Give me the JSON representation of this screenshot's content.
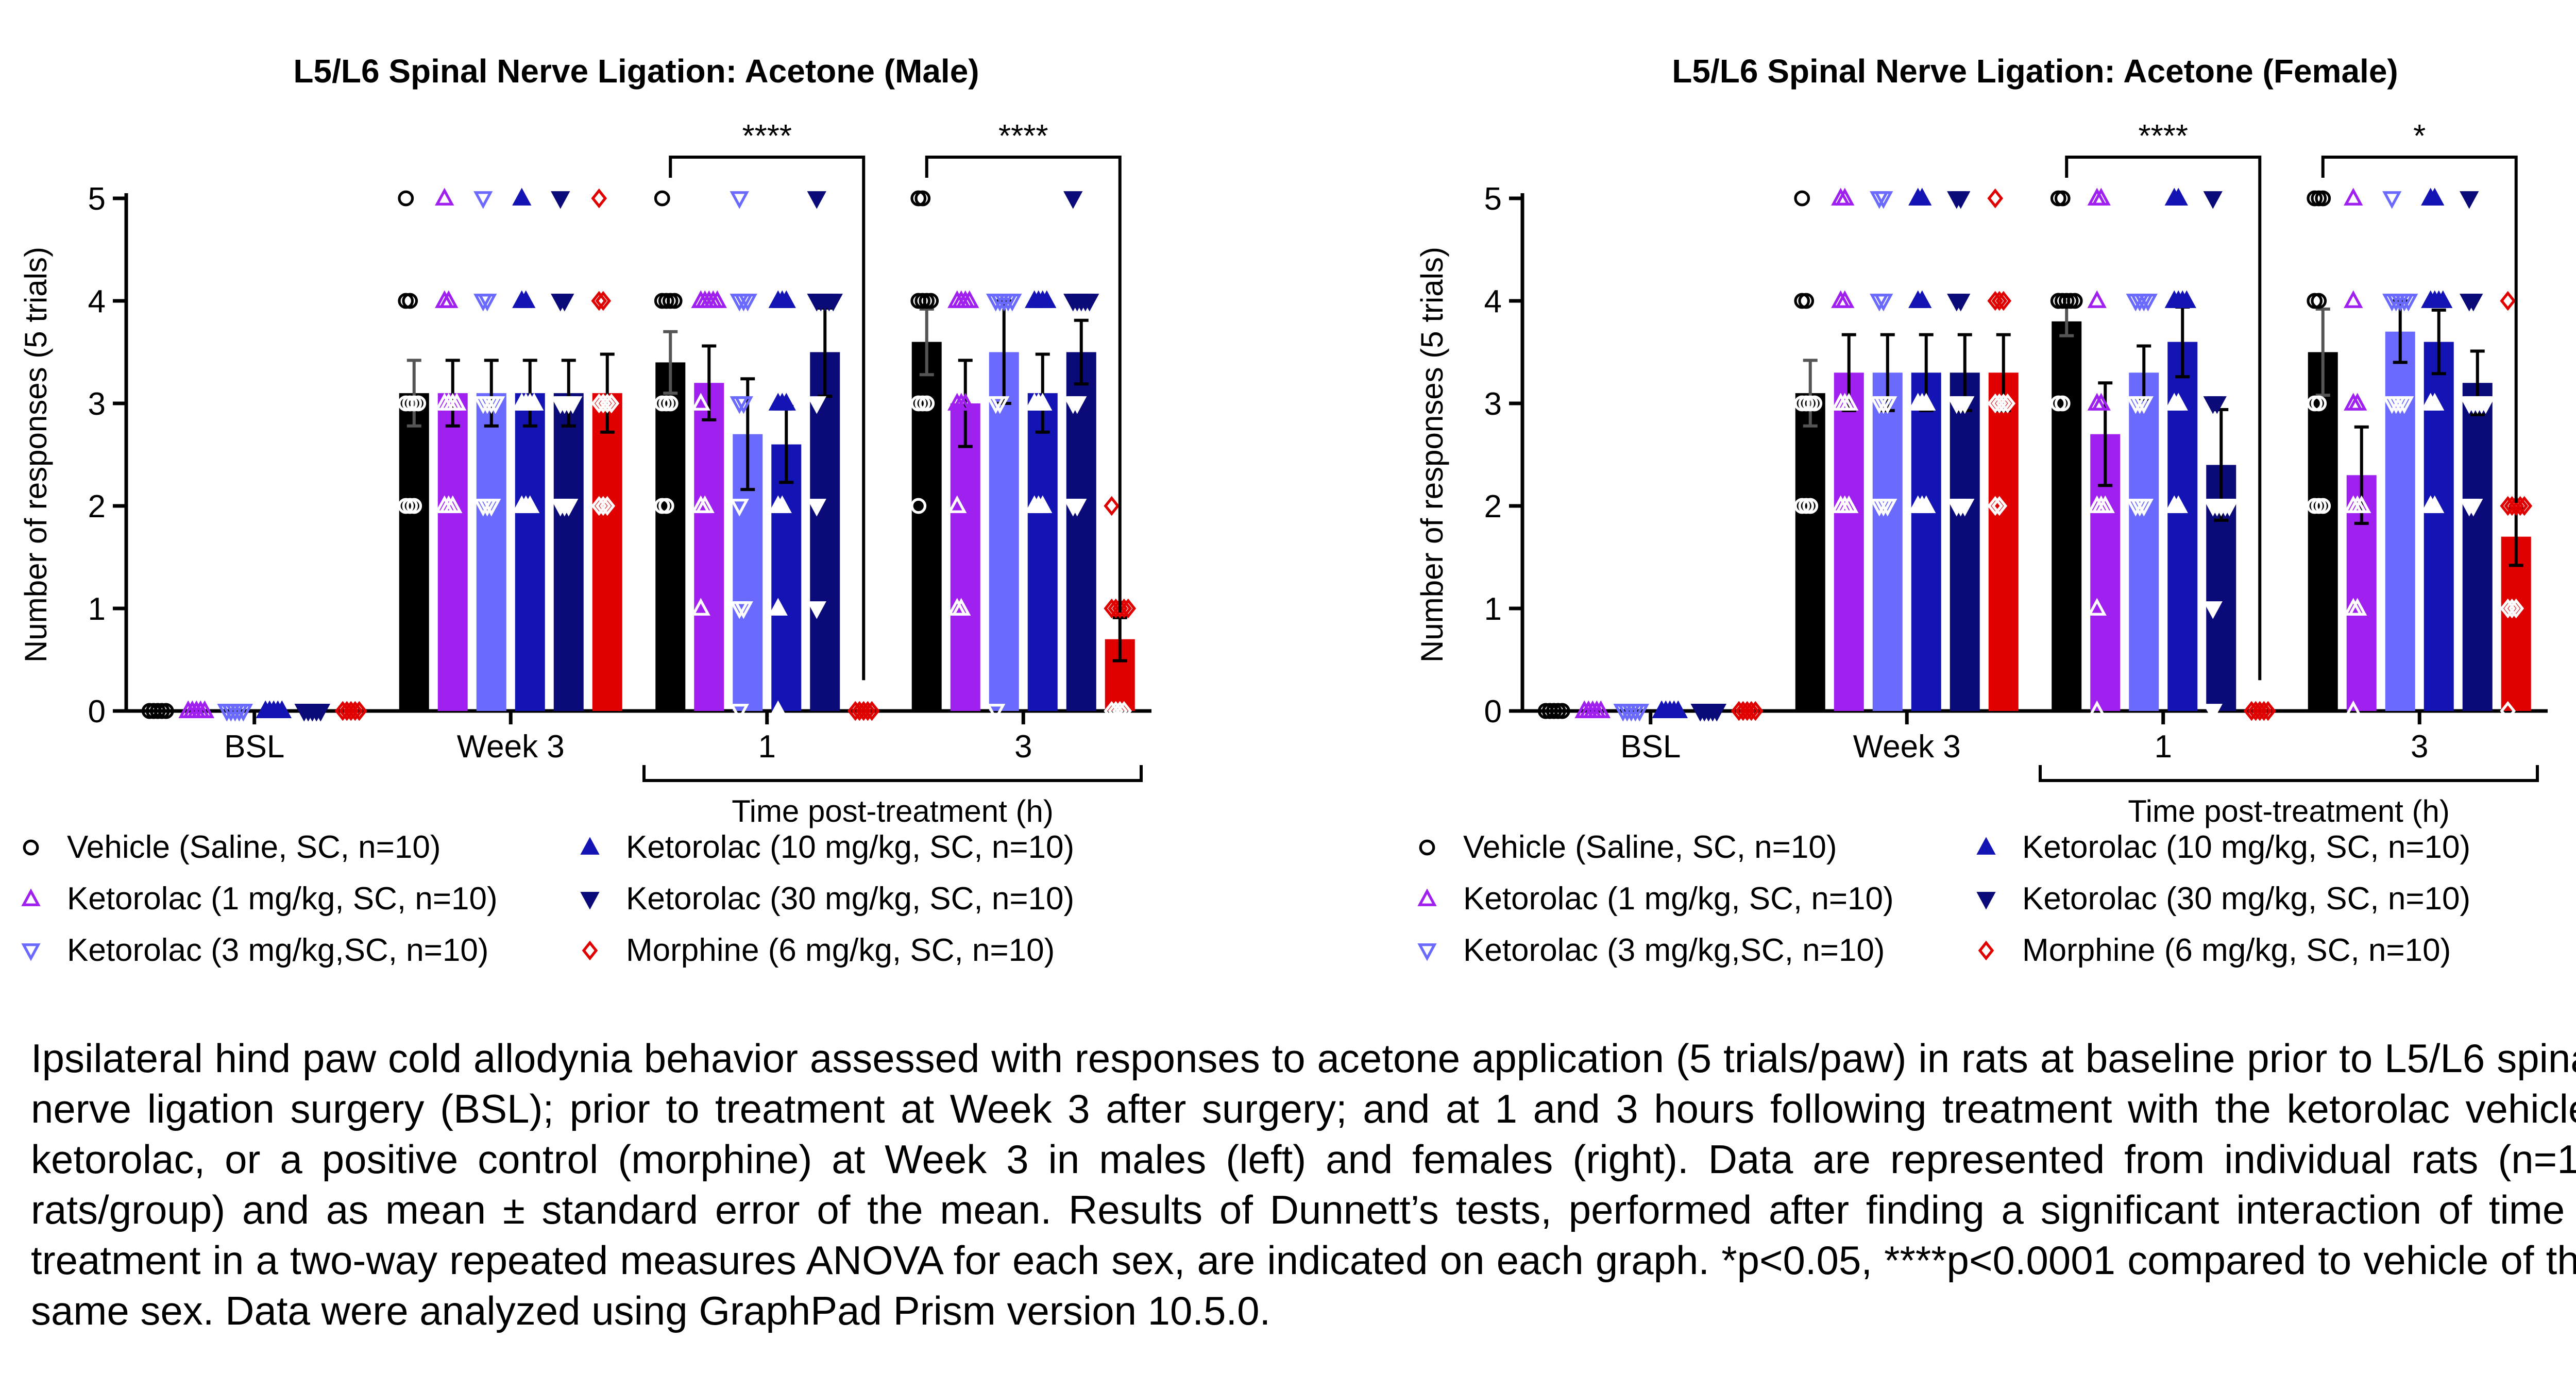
{
  "chart_data": [
    {
      "type": "bar",
      "title": "L5/L6 Spinal Nerve Ligation: Acetone (Male)",
      "ylabel": "Number of responses (5 trials)",
      "xlabel": "Time post-treatment (h)",
      "categories": [
        "BSL",
        "Week 3",
        "1",
        "3"
      ],
      "ylim": [
        0,
        5
      ],
      "yticks": [
        "0",
        "1",
        "2",
        "3",
        "4",
        "5"
      ],
      "significance": [
        {
          "category": "1",
          "label": "****"
        },
        {
          "category": "3",
          "label": "****"
        }
      ],
      "series": [
        {
          "name": "Vehicle (Saline, SC, n=10)",
          "values": [
            0,
            3.1,
            3.4,
            3.6
          ],
          "sem": [
            0,
            0.32,
            0.3,
            0.32
          ],
          "points": [
            [
              0,
              0,
              0,
              0,
              0,
              0,
              0,
              0,
              0,
              0
            ],
            [
              5,
              4,
              4,
              3,
              3,
              3,
              3,
              2,
              2,
              2
            ],
            [
              5,
              4,
              4,
              4,
              4,
              3,
              3,
              3,
              2,
              2
            ],
            [
              5,
              5,
              4,
              4,
              4,
              4,
              3,
              3,
              3,
              2
            ]
          ]
        },
        {
          "name": "Ketorolac (1 mg/kg, SC, n=10)",
          "values": [
            0,
            3.1,
            3.2,
            3.0
          ],
          "sem": [
            0,
            0.32,
            0.36,
            0.42
          ],
          "points": [
            [
              0,
              0,
              0,
              0,
              0,
              0,
              0,
              0,
              0,
              0
            ],
            [
              5,
              4,
              4,
              3,
              3,
              3,
              3,
              2,
              2,
              2
            ],
            [
              4,
              4,
              4,
              4,
              4,
              4,
              3,
              2,
              2,
              1
            ],
            [
              4,
              4,
              4,
              4,
              3,
              3,
              3,
              2,
              1,
              1
            ]
          ]
        },
        {
          "name": "Ketorolac (3 mg/kg,SC, n=10)",
          "values": [
            0,
            3.1,
            2.7,
            3.5
          ],
          "sem": [
            0,
            0.32,
            0.54,
            0.5
          ],
          "points": [
            [
              0,
              0,
              0,
              0,
              0,
              0,
              0,
              0,
              0,
              0
            ],
            [
              5,
              4,
              4,
              3,
              3,
              3,
              3,
              2,
              2,
              2
            ],
            [
              5,
              4,
              4,
              4,
              3,
              3,
              2,
              1,
              1,
              0
            ],
            [
              4,
              4,
              4,
              4,
              4,
              4,
              4,
              3,
              3,
              0
            ]
          ]
        },
        {
          "name": "Ketorolac (10 mg/kg, SC, n=10)",
          "values": [
            0,
            3.1,
            2.6,
            3.1
          ],
          "sem": [
            0,
            0.32,
            0.37,
            0.38
          ],
          "points": [
            [
              0,
              0,
              0,
              0,
              0,
              0,
              0,
              0,
              0,
              0
            ],
            [
              5,
              4,
              4,
              3,
              3,
              3,
              3,
              2,
              2,
              2
            ],
            [
              4,
              4,
              4,
              3,
              3,
              3,
              2,
              2,
              1,
              0
            ],
            [
              4,
              4,
              4,
              4,
              3,
              3,
              3,
              2,
              2,
              2
            ]
          ]
        },
        {
          "name": "Ketorolac (30 mg/kg, SC, n=10)",
          "values": [
            0,
            3.1,
            3.5,
            3.5
          ],
          "sem": [
            0,
            0.32,
            0.43,
            0.31
          ],
          "points": [
            [
              0,
              0,
              0,
              0,
              0,
              0,
              0,
              0,
              0,
              0
            ],
            [
              5,
              4,
              4,
              3,
              3,
              3,
              3,
              2,
              2,
              2
            ],
            [
              5,
              4,
              4,
              4,
              4,
              4,
              4,
              3,
              2,
              1
            ],
            [
              5,
              4,
              4,
              4,
              4,
              4,
              3,
              3,
              2,
              2
            ]
          ]
        },
        {
          "name": "Morphine (6 mg/kg, SC, n=10)",
          "values": [
            0,
            3.1,
            0.0,
            0.7
          ],
          "sem": [
            0,
            0.38,
            0,
            0.21
          ],
          "points": [
            [
              0,
              0,
              0,
              0,
              0,
              0,
              0,
              0,
              0,
              0
            ],
            [
              5,
              4,
              4,
              3,
              3,
              3,
              2,
              2,
              2,
              3
            ],
            [
              0,
              0,
              0,
              0,
              0,
              0,
              0,
              0,
              0,
              0
            ],
            [
              2,
              1,
              1,
              1,
              1,
              1,
              0,
              0,
              0,
              0
            ]
          ]
        }
      ]
    },
    {
      "type": "bar",
      "title": "L5/L6 Spinal Nerve Ligation: Acetone (Female)",
      "ylabel": "Number of responses (5 trials)",
      "xlabel": "Time post-treatment (h)",
      "categories": [
        "BSL",
        "Week 3",
        "1",
        "3"
      ],
      "ylim": [
        0,
        5
      ],
      "yticks": [
        "0",
        "1",
        "2",
        "3",
        "4",
        "5"
      ],
      "significance": [
        {
          "category": "1",
          "label": "****"
        },
        {
          "category": "3",
          "label": "*"
        }
      ],
      "series": [
        {
          "name": "Vehicle (Saline, SC, n=10)",
          "values": [
            0,
            3.1,
            3.8,
            3.5
          ],
          "sem": [
            0,
            0.32,
            0.14,
            0.42
          ],
          "points": [
            [
              0,
              0,
              0,
              0,
              0,
              0,
              0,
              0,
              0,
              0
            ],
            [
              5,
              4,
              4,
              3,
              3,
              3,
              3,
              2,
              2,
              2
            ],
            [
              5,
              5,
              4,
              4,
              4,
              4,
              4,
              4,
              3,
              3
            ],
            [
              5,
              5,
              5,
              4,
              4,
              3,
              3,
              2,
              2,
              2
            ]
          ]
        },
        {
          "name": "Ketorolac (1 mg/kg, SC, n=10)",
          "values": [
            0,
            3.3,
            2.7,
            2.3
          ],
          "sem": [
            0,
            0.37,
            0.5,
            0.47
          ],
          "points": [
            [
              0,
              0,
              0,
              0,
              0,
              0,
              0,
              0,
              0,
              0
            ],
            [
              5,
              5,
              4,
              4,
              3,
              3,
              2,
              2,
              2,
              3
            ],
            [
              5,
              4,
              3,
              3,
              2,
              2,
              2,
              1,
              0,
              5
            ],
            [
              5,
              4,
              3,
              3,
              2,
              2,
              2,
              1,
              1,
              0
            ]
          ]
        },
        {
          "name": "Ketorolac (3 mg/kg,SC, n=10)",
          "values": [
            0,
            3.3,
            3.3,
            3.7
          ],
          "sem": [
            0,
            0.37,
            0.26,
            0.3
          ],
          "points": [
            [
              0,
              0,
              0,
              0,
              0,
              0,
              0,
              0,
              0,
              0
            ],
            [
              5,
              5,
              4,
              4,
              3,
              3,
              2,
              2,
              2,
              3
            ],
            [
              4,
              4,
              4,
              4,
              3,
              3,
              3,
              2,
              2,
              2
            ],
            [
              5,
              4,
              4,
              4,
              4,
              4,
              3,
              3,
              3,
              3
            ]
          ]
        },
        {
          "name": "Ketorolac (10 mg/kg, SC, n=10)",
          "values": [
            0,
            3.3,
            3.6,
            3.6
          ],
          "sem": [
            0,
            0.37,
            0.34,
            0.31
          ],
          "points": [
            [
              0,
              0,
              0,
              0,
              0,
              0,
              0,
              0,
              0,
              0
            ],
            [
              5,
              5,
              4,
              4,
              3,
              3,
              2,
              2,
              2,
              3
            ],
            [
              5,
              5,
              4,
              4,
              4,
              4,
              3,
              3,
              2,
              2
            ],
            [
              5,
              5,
              4,
              4,
              4,
              4,
              3,
              3,
              2,
              2
            ]
          ]
        },
        {
          "name": "Ketorolac (30 mg/kg, SC, n=10)",
          "values": [
            0,
            3.3,
            2.4,
            3.2
          ],
          "sem": [
            0,
            0.37,
            0.54,
            0.31
          ],
          "points": [
            [
              0,
              0,
              0,
              0,
              0,
              0,
              0,
              0,
              0,
              0
            ],
            [
              5,
              5,
              4,
              4,
              3,
              3,
              2,
              2,
              2,
              3
            ],
            [
              5,
              3,
              3,
              2,
              2,
              2,
              2,
              2,
              1,
              0
            ],
            [
              5,
              4,
              4,
              3,
              3,
              3,
              3,
              2,
              2,
              3
            ]
          ]
        },
        {
          "name": "Morphine (6 mg/kg, SC, n=10)",
          "values": [
            0,
            3.3,
            0.0,
            1.7
          ],
          "sem": [
            0,
            0.37,
            0,
            0.28
          ],
          "points": [
            [
              0,
              0,
              0,
              0,
              0,
              0,
              0,
              0,
              0,
              0
            ],
            [
              5,
              4,
              4,
              3,
              3,
              3,
              3,
              2,
              2,
              4
            ],
            [
              0,
              0,
              0,
              0,
              0,
              0,
              0,
              0,
              0,
              0
            ],
            [
              4,
              2,
              2,
              2,
              2,
              2,
              1,
              1,
              0,
              1
            ]
          ]
        }
      ]
    }
  ],
  "legend_markers": [
    "circle-open",
    "triangle-up-open",
    "triangle-down-open",
    "triangle-up-filled",
    "triangle-down-filled",
    "diamond-open"
  ],
  "colors": [
    "#000000",
    "#a020f0",
    "#6a6aff",
    "#1414b4",
    "#0a0a78",
    "#e00000"
  ],
  "caption": "Ipsilateral hind paw cold allodynia behavior assessed with responses to acetone application (5 trials/paw) in rats at baseline prior to L5/L6 spinal nerve ligation surgery (BSL); prior to treatment at Week 3 after surgery; and at 1 and 3 hours following treatment with the ketorolac vehicle, ketorolac, or a positive control (morphine) at Week 3 in males (left) and females (right). Data are represented from individual rats (n=10 rats/group) and as mean ± standard error of the mean. Results of Dunnett’s tests, performed after finding a significant interaction of time x treatment in a two-way repeated measures ANOVA for each sex, are indicated on each graph. *p<0.05, ****p<0.0001 compared to vehicle of the same sex. Data were analyzed using GraphPad Prism version 10.5.0."
}
